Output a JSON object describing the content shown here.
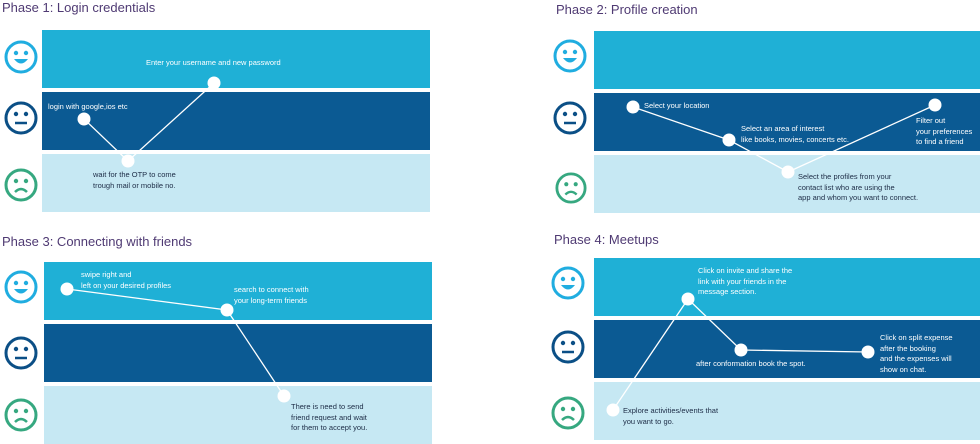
{
  "colors": {
    "happy_band": "#1fb0d6",
    "neutral_band": "#0b5a93",
    "sad_band": "#c6e8f3",
    "title_text": "#4f3a73",
    "happy_face": "#20ade0",
    "neutral_face": "#0b4f86",
    "sad_face": "#36a880"
  },
  "phases": [
    {
      "title": "Phase 1: Login credentials",
      "notes": [
        "Enter your username and new password",
        "login with google,ios etc",
        "wait for the OTP to come\ntrough mail or mobile no."
      ]
    },
    {
      "title": "Phase 2: Profile creation",
      "notes": [
        "Select your location",
        "Select an area of interest\nlike books, movies, concerts etc.",
        "Filter out\nyour preferences\nto find a friend",
        "Select the profiles from your\ncontact list who are using the\napp and whom you want to connect."
      ]
    },
    {
      "title": "Phase 3: Connecting with friends",
      "notes": [
        "swipe right and\nleft on your desired profiles",
        "search to connect with\nyour long-term friends",
        "There is need to send\nfriend request and wait\nfor them to accept you."
      ]
    },
    {
      "title": "Phase 4: Meetups",
      "notes": [
        "Click on invite and share the\nlink with your friends in the\nmessage section.",
        "Click on split expense\nafter the booking\nand the expenses will\nshow on chat.",
        "after conformation book the spot.",
        "Explore activities/events that\nyou want to go."
      ]
    }
  ],
  "faces": [
    "happy-face",
    "neutral-face",
    "sad-face"
  ]
}
